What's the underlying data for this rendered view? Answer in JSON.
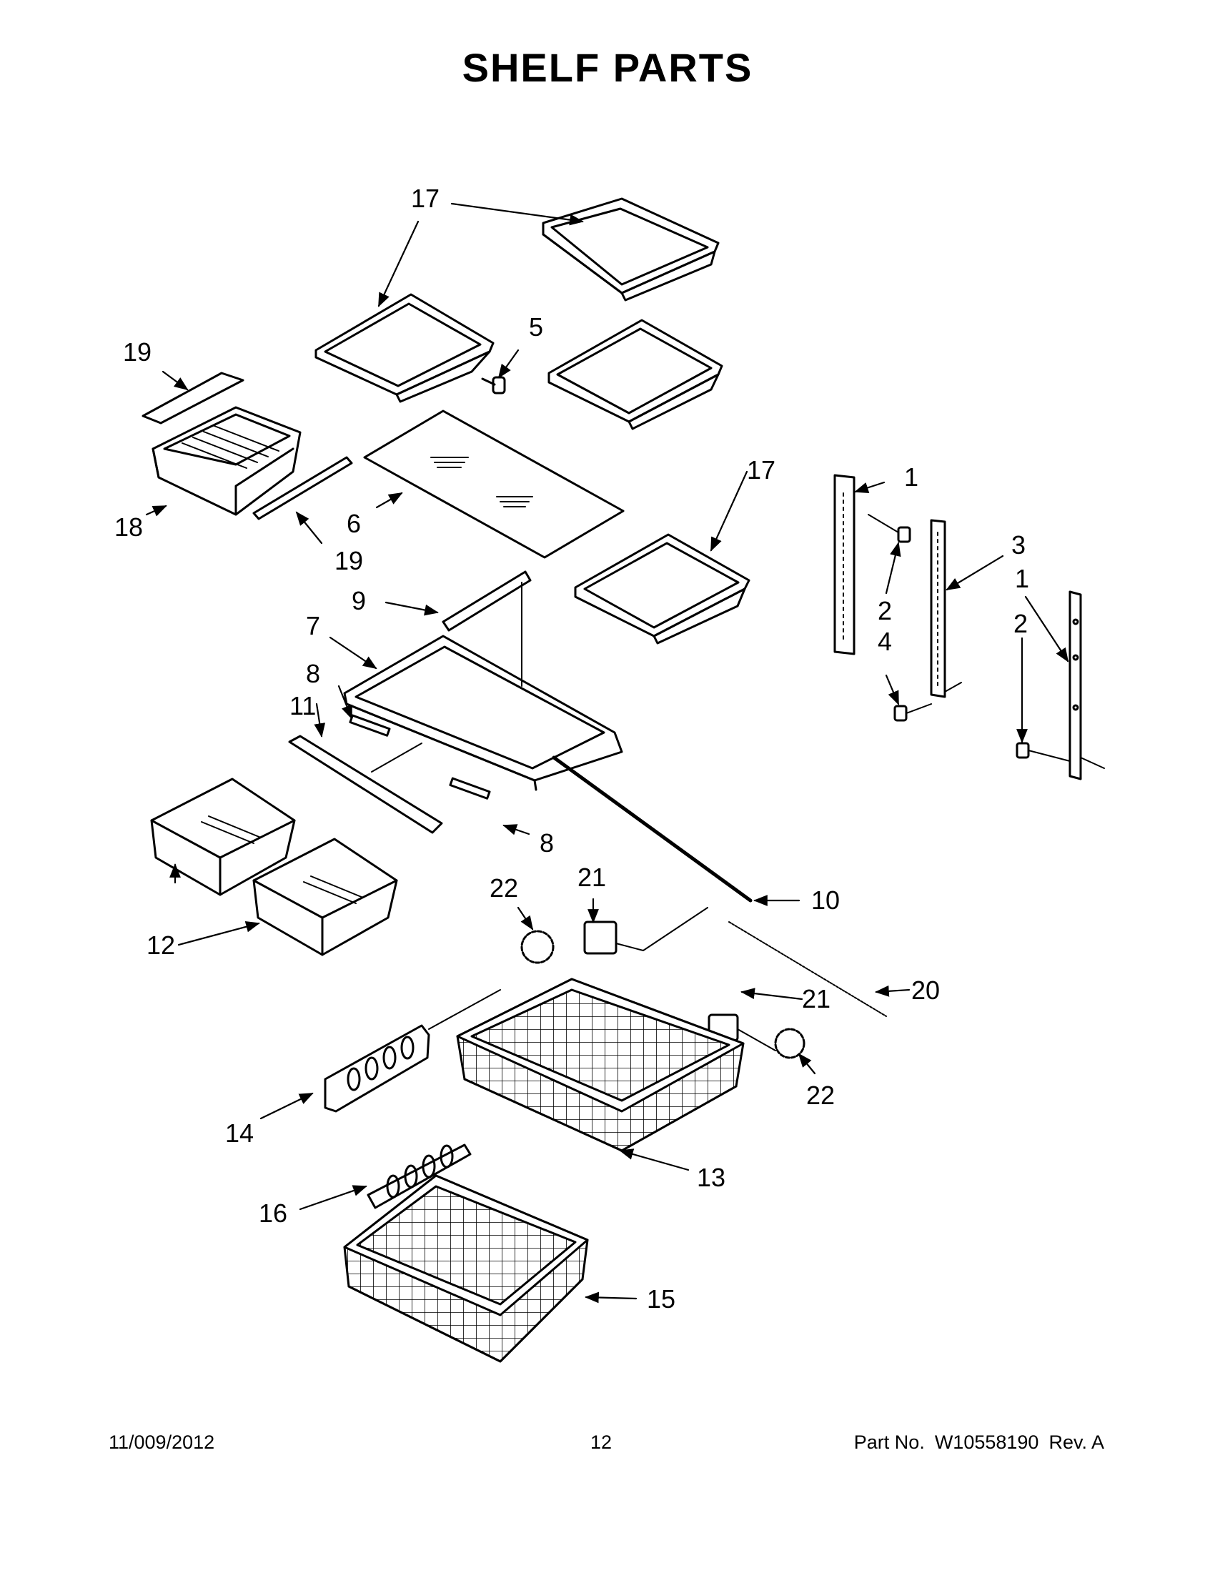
{
  "title": "SHELF PARTS",
  "callouts": [
    {
      "id": "c17a",
      "label": "17"
    },
    {
      "id": "c17b",
      "label": "17"
    },
    {
      "id": "c5",
      "label": "5"
    },
    {
      "id": "c19a",
      "label": "19"
    },
    {
      "id": "c18",
      "label": "18"
    },
    {
      "id": "c19b",
      "label": "19"
    },
    {
      "id": "c6",
      "label": "6"
    },
    {
      "id": "c1a",
      "label": "1"
    },
    {
      "id": "c3",
      "label": "3"
    },
    {
      "id": "c1b",
      "label": "1"
    },
    {
      "id": "c2a",
      "label": "2"
    },
    {
      "id": "c4",
      "label": "4"
    },
    {
      "id": "c2b",
      "label": "2"
    },
    {
      "id": "c9",
      "label": "9"
    },
    {
      "id": "c7",
      "label": "7"
    },
    {
      "id": "c8a",
      "label": "8"
    },
    {
      "id": "c11",
      "label": "11"
    },
    {
      "id": "c8b",
      "label": "8"
    },
    {
      "id": "c21a",
      "label": "21"
    },
    {
      "id": "c22a",
      "label": "22"
    },
    {
      "id": "c10",
      "label": "10"
    },
    {
      "id": "c12",
      "label": "12"
    },
    {
      "id": "c20",
      "label": "20"
    },
    {
      "id": "c21b",
      "label": "21"
    },
    {
      "id": "c22b",
      "label": "22"
    },
    {
      "id": "c14",
      "label": "14"
    },
    {
      "id": "c13",
      "label": "13"
    },
    {
      "id": "c16",
      "label": "16"
    },
    {
      "id": "c15",
      "label": "15"
    }
  ],
  "footer": {
    "date": "11/009/2012",
    "page": "12",
    "part_label": "Part No.",
    "part_number": "W10558190",
    "revision": "Rev.  A"
  }
}
